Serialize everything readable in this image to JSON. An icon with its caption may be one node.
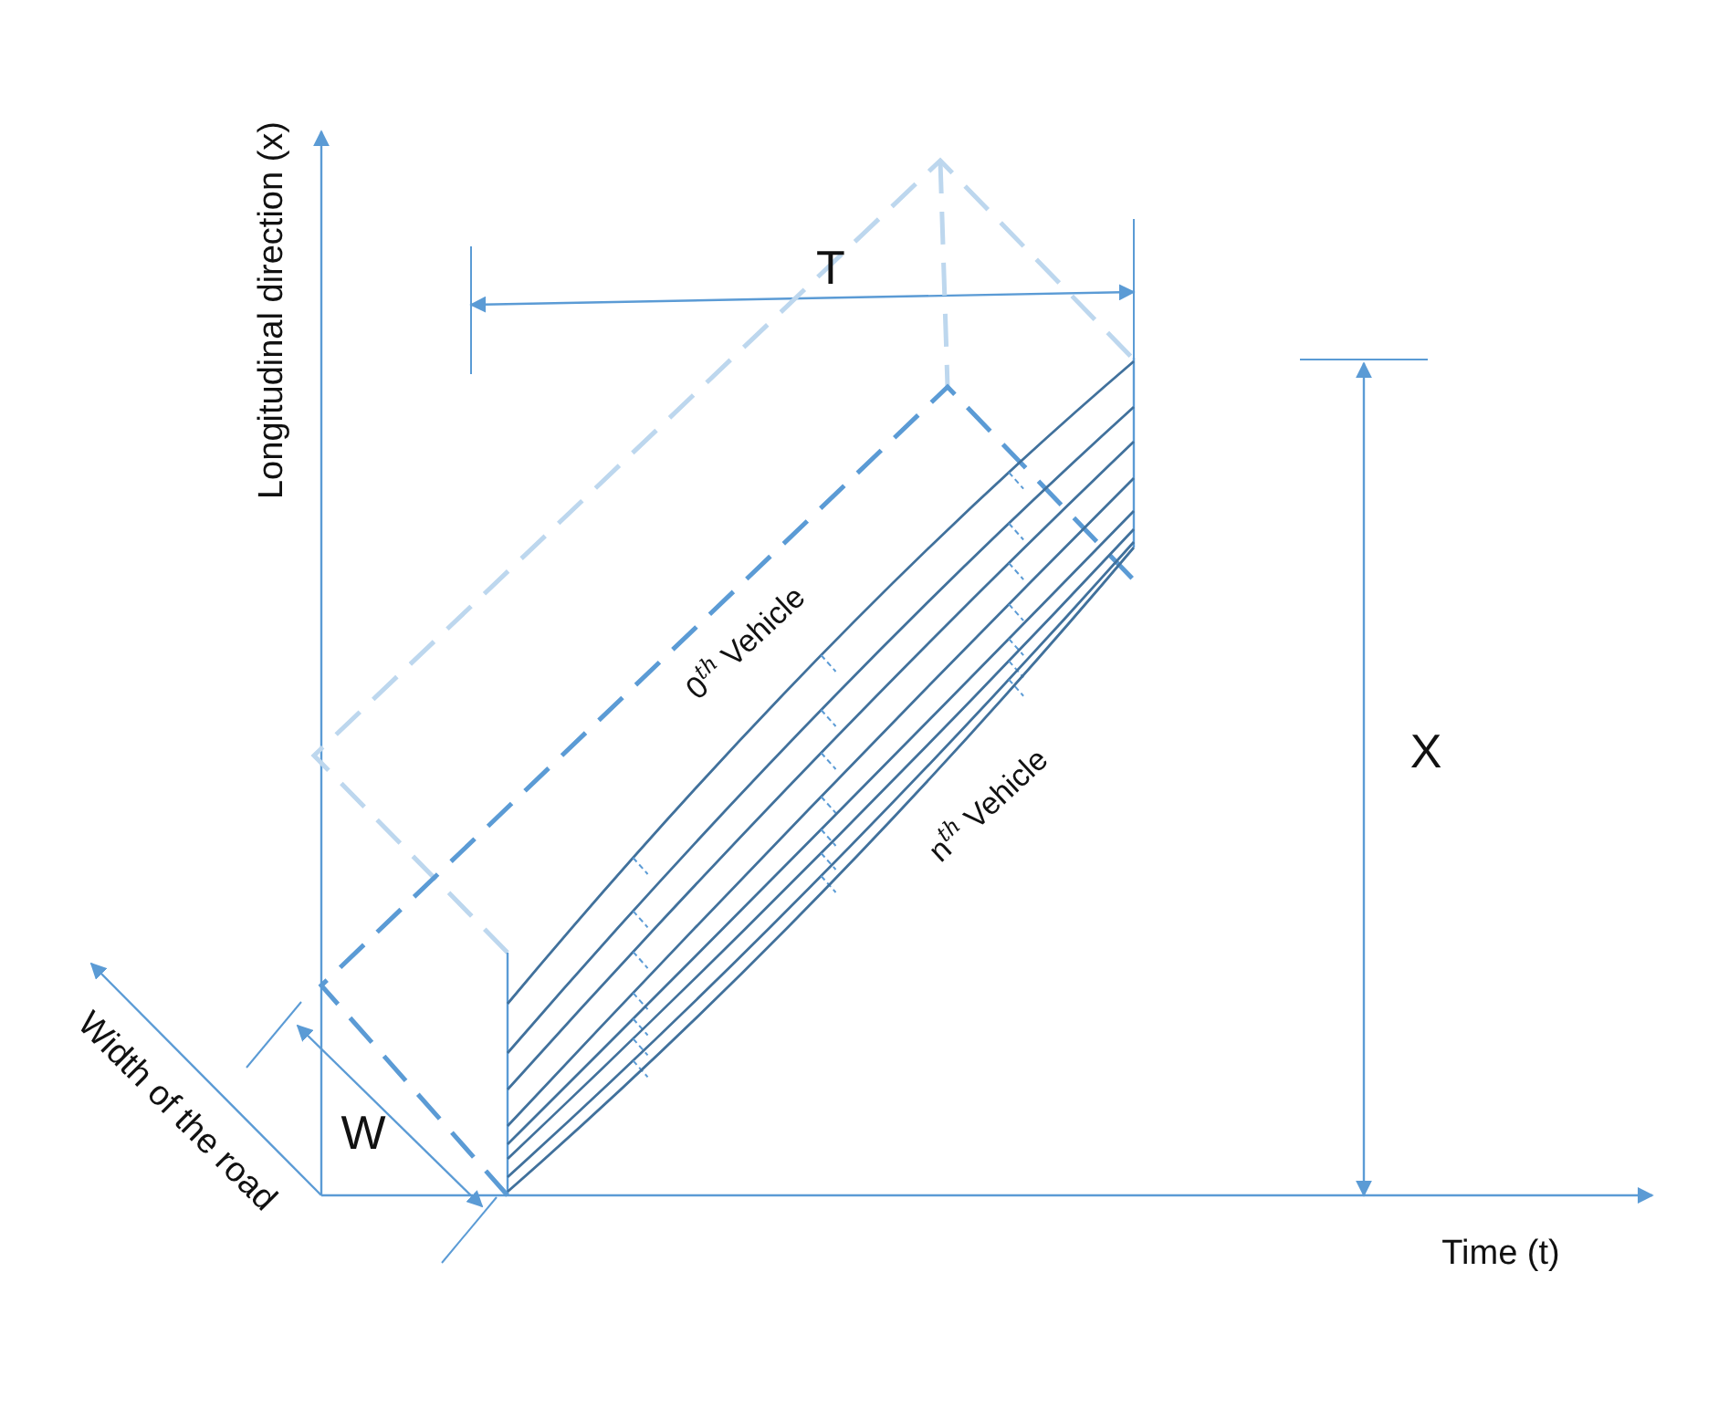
{
  "diagram": {
    "labels": [
      "Longitudinal direction (x)",
      "T",
      "X",
      "0$^{th}$ Vehicle",
      "n$^{th}$ Vehicle",
      "W",
      "Width of the road",
      "Time (t)"
    ]
  }
}
